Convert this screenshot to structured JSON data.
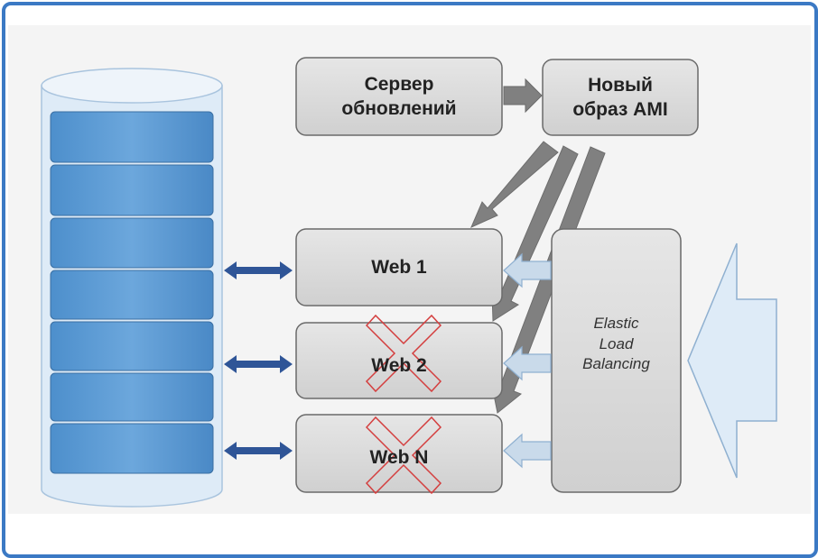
{
  "update_server": {
    "label": "Сервер\nобновлений"
  },
  "new_ami": {
    "label": "Новый\nобраз AMI"
  },
  "elb": {
    "label": "Elastic\nLoad\nBalancing"
  },
  "web_servers": [
    {
      "label": "Web 1",
      "failed": false
    },
    {
      "label": "Web 2",
      "failed": true
    },
    {
      "label": "Web N",
      "failed": true
    }
  ],
  "colors": {
    "box_fill": "#d8d8d8",
    "box_stroke": "#6a6a6a",
    "db_blue": "#5b9bd5",
    "db_shell": "#deebf7",
    "db_arrow": "#2f5597",
    "gray_arrow": "#808080",
    "light_arrow": "#c9daea",
    "cross": "#d43f3f"
  }
}
